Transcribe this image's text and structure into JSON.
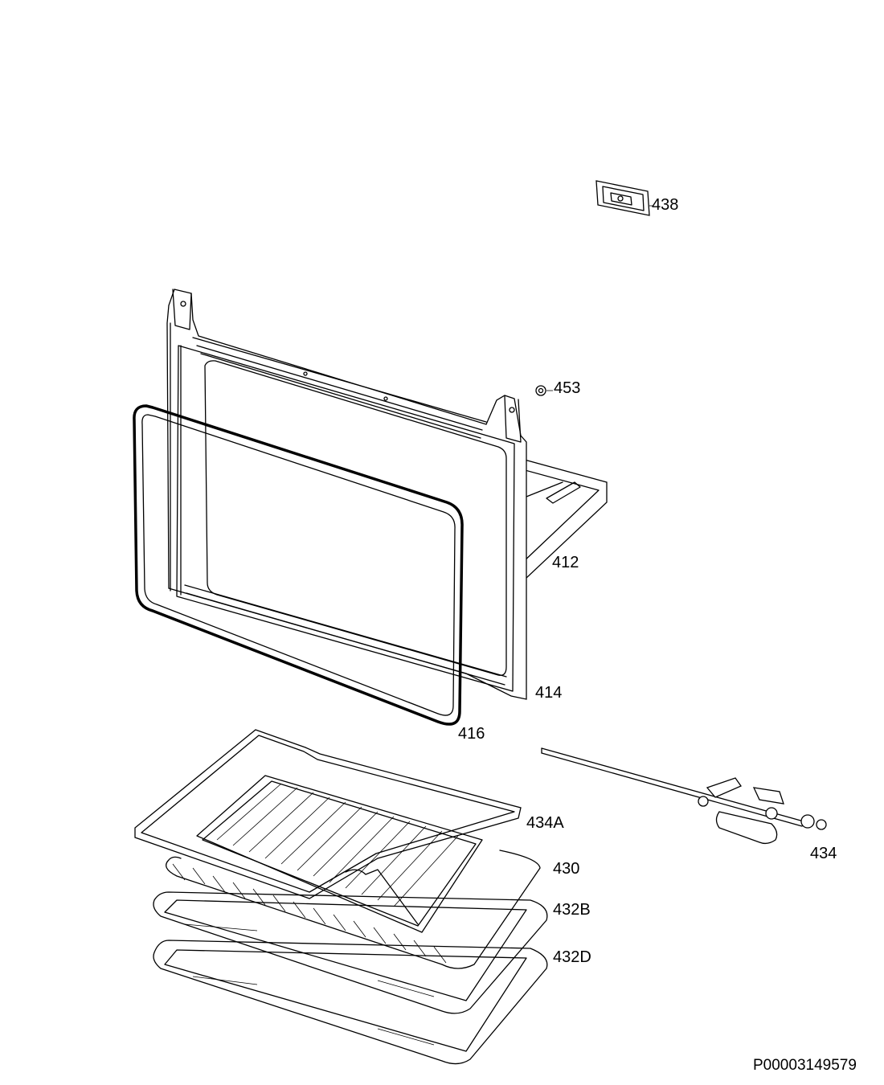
{
  "parts": [
    {
      "id": "part-438",
      "label": "438"
    },
    {
      "id": "part-453",
      "label": "453"
    },
    {
      "id": "part-412",
      "label": "412"
    },
    {
      "id": "part-414",
      "label": "414"
    },
    {
      "id": "part-416",
      "label": "416"
    },
    {
      "id": "part-434A",
      "label": "434A"
    },
    {
      "id": "part-434",
      "label": "434"
    },
    {
      "id": "part-430",
      "label": "430"
    },
    {
      "id": "part-432B",
      "label": "432B"
    },
    {
      "id": "part-432D",
      "label": "432D"
    }
  ],
  "footer": {
    "code": "P00003149579"
  }
}
